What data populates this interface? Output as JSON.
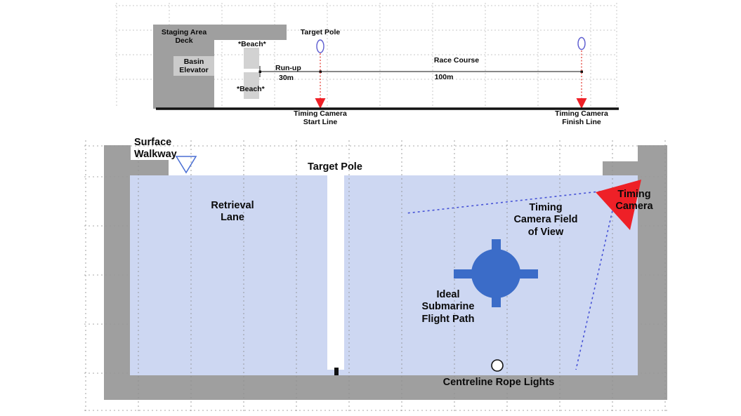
{
  "title": "Submarine race course facility diagram",
  "side_view": {
    "staging_area": "Staging Area\nDeck",
    "basin_elevator": "Basin\nElevator",
    "beach_upper": "*Beach*",
    "beach_lower": "*Beach*",
    "target_pole": "Target Pole",
    "run_up": "Run-up",
    "run_up_distance": "30m",
    "race_course": "Race Course",
    "race_course_distance": "100m",
    "timing_camera_start": "Timing Camera\nStart Line",
    "timing_camera_finish": "Timing Camera\nFinish Line"
  },
  "plan_view": {
    "surface_walkway": "Surface\nWalkway",
    "target_pole": "Target Pole",
    "retrieval_lane": "Retrieval\nLane",
    "camera_field_of_view": "Timing\nCamera Field\nof View",
    "timing_camera": "Timing\nCamera",
    "flight_path": "Ideal\nSubmarine\nFlight Path",
    "rope_lights": "Centreline Rope Lights"
  },
  "colors": {
    "wall_gray": "#9f9f9f",
    "step_light_gray": "#d2d2d2",
    "water": "#cdd7f2",
    "submarine_blue": "#3b6cc8",
    "camera_red": "#ee2027",
    "fov_line_blue": "#4753d6",
    "pole_outline_blue": "#5d5dd0",
    "grid_gray": "#9a9a9a"
  }
}
